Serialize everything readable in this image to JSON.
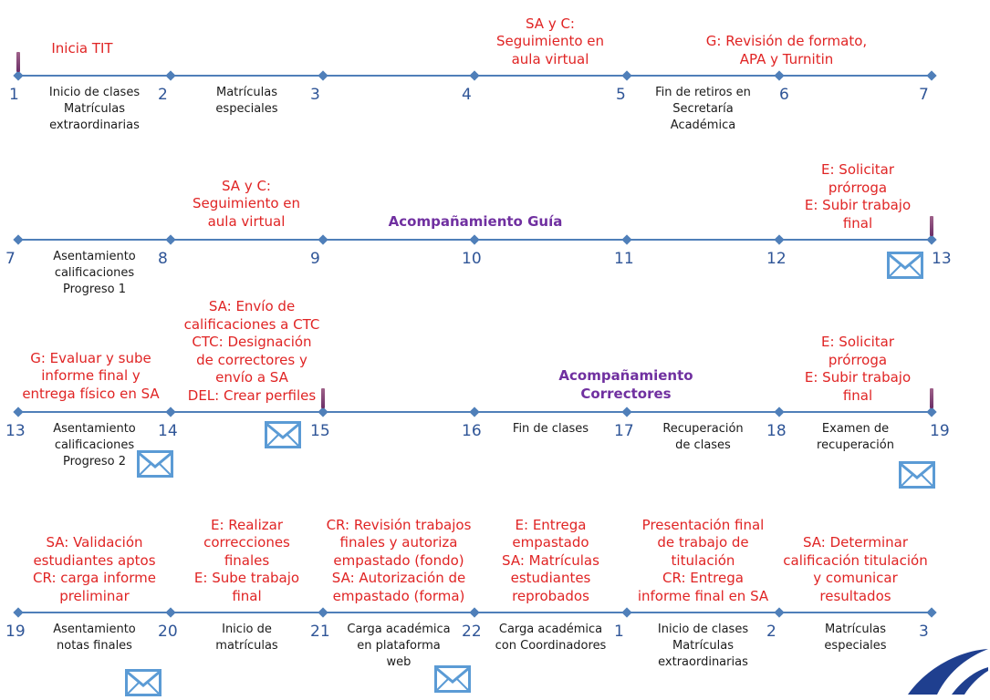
{
  "rows": [
    {
      "numbers": [
        "1",
        "2",
        "3",
        "4",
        "5",
        "6",
        "7"
      ],
      "below": [
        "Inicio de clases\nMatrículas\nextraordinarias",
        "Matrículas\nespeciales",
        "",
        "",
        "Fin de retiros en\nSecretaría\nAcadémica",
        ""
      ],
      "above": [
        "Inicia TIT",
        "",
        "",
        "SA y C:\nSeguimiento en\naula virtual",
        "",
        "G: Revisión de formato,\nAPA y Turnitin"
      ],
      "middle": ""
    },
    {
      "numbers": [
        "7",
        "8",
        "9",
        "10",
        "11",
        "12",
        "13"
      ],
      "below": [
        "Asentamiento\ncalificaciones\nProgreso 1",
        "",
        "",
        "",
        "",
        ""
      ],
      "above": [
        "",
        "SA y C:\nSeguimiento en\naula virtual",
        "",
        "",
        "",
        "E: Solicitar\nprórroga\nE: Subir trabajo\nfinal"
      ],
      "middle": "Acompañamiento Guía"
    },
    {
      "numbers": [
        "13",
        "14",
        "15",
        "16",
        "17",
        "18",
        "19"
      ],
      "below": [
        "Asentamiento\ncalificaciones\nProgreso 2",
        "",
        "",
        "Fin de clases",
        "Recuperación\nde clases",
        "Examen de\nrecuperación"
      ],
      "above": [
        "G: Evaluar y sube\ninforme final y\nentrega físico en SA",
        "SA: Envío de\ncalificaciones a CTC\nCTC: Designación\nde correctores y\nenvío a SA\nDEL: Crear perfiles",
        "",
        "",
        "",
        "E: Solicitar\nprórroga\nE: Subir trabajo\nfinal"
      ],
      "middle": "Acompañamiento\nCorrectores"
    },
    {
      "numbers": [
        "19",
        "20",
        "21",
        "22",
        "1",
        "2",
        "3"
      ],
      "below": [
        "Asentamiento\nnotas finales",
        "Inicio de\nmatrículas",
        "Carga académica\nen plataforma\nweb",
        "Carga académica\ncon Coordinadores",
        "Inicio de clases\nMatrículas\nextraordinarias",
        "Matrículas\nespeciales"
      ],
      "above": [
        "SA: Validación\nestudiantes aptos\nCR: carga informe\npreliminar",
        "E: Realizar\ncorrecciones\nfinales\nE: Sube trabajo\nfinal",
        "CR: Revisión trabajos\nfinales y autoriza\nempastado (fondo)\nSA: Autorización de\nempastado (forma)",
        "E: Entrega\nempastado\nSA: Matrículas\nestudiantes\nreprobados",
        "Presentación final\nde trabajo de\ntitulación\nCR: Entrega\ninforme final en SA",
        "SA: Determinar\ncalificación titulación\ny comunicar\nresultados"
      ],
      "middle": ""
    }
  ],
  "icons": {
    "mail": "envelope-icon",
    "flag": "flag-marker-icon",
    "logo": "logo-swoosh"
  },
  "colors": {
    "line": "#4f7fb9",
    "numbers": "#2f5597",
    "red_text": "#e02424",
    "purple_text": "#7030a0",
    "mail": "#5b9bd5",
    "logo": "#1f3f8f"
  }
}
